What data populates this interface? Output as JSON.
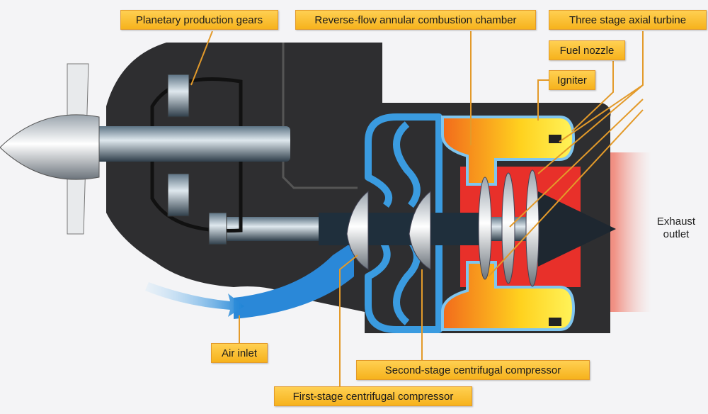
{
  "labels": {
    "planetary_gears": "Planetary production gears",
    "combustion_chamber": "Reverse-flow annular combustion chamber",
    "axial_turbine": "Three stage axial turbine",
    "fuel_nozzle": "Fuel nozzle",
    "igniter": "Igniter",
    "exhaust_outlet_1": "Exhaust",
    "exhaust_outlet_2": "outlet",
    "air_inlet": "Air inlet",
    "second_stage_compressor": "Second-stage centrifugal compressor",
    "first_stage_compressor": "First-stage centrifugal compressor"
  },
  "colors": {
    "casing": "#2e2e30",
    "label_fill": "#f6b21c",
    "leader_line": "#e39a2a",
    "airflow": "#3a9be0",
    "combustion": "#f7a21b",
    "exhaust": "#e8302a"
  }
}
